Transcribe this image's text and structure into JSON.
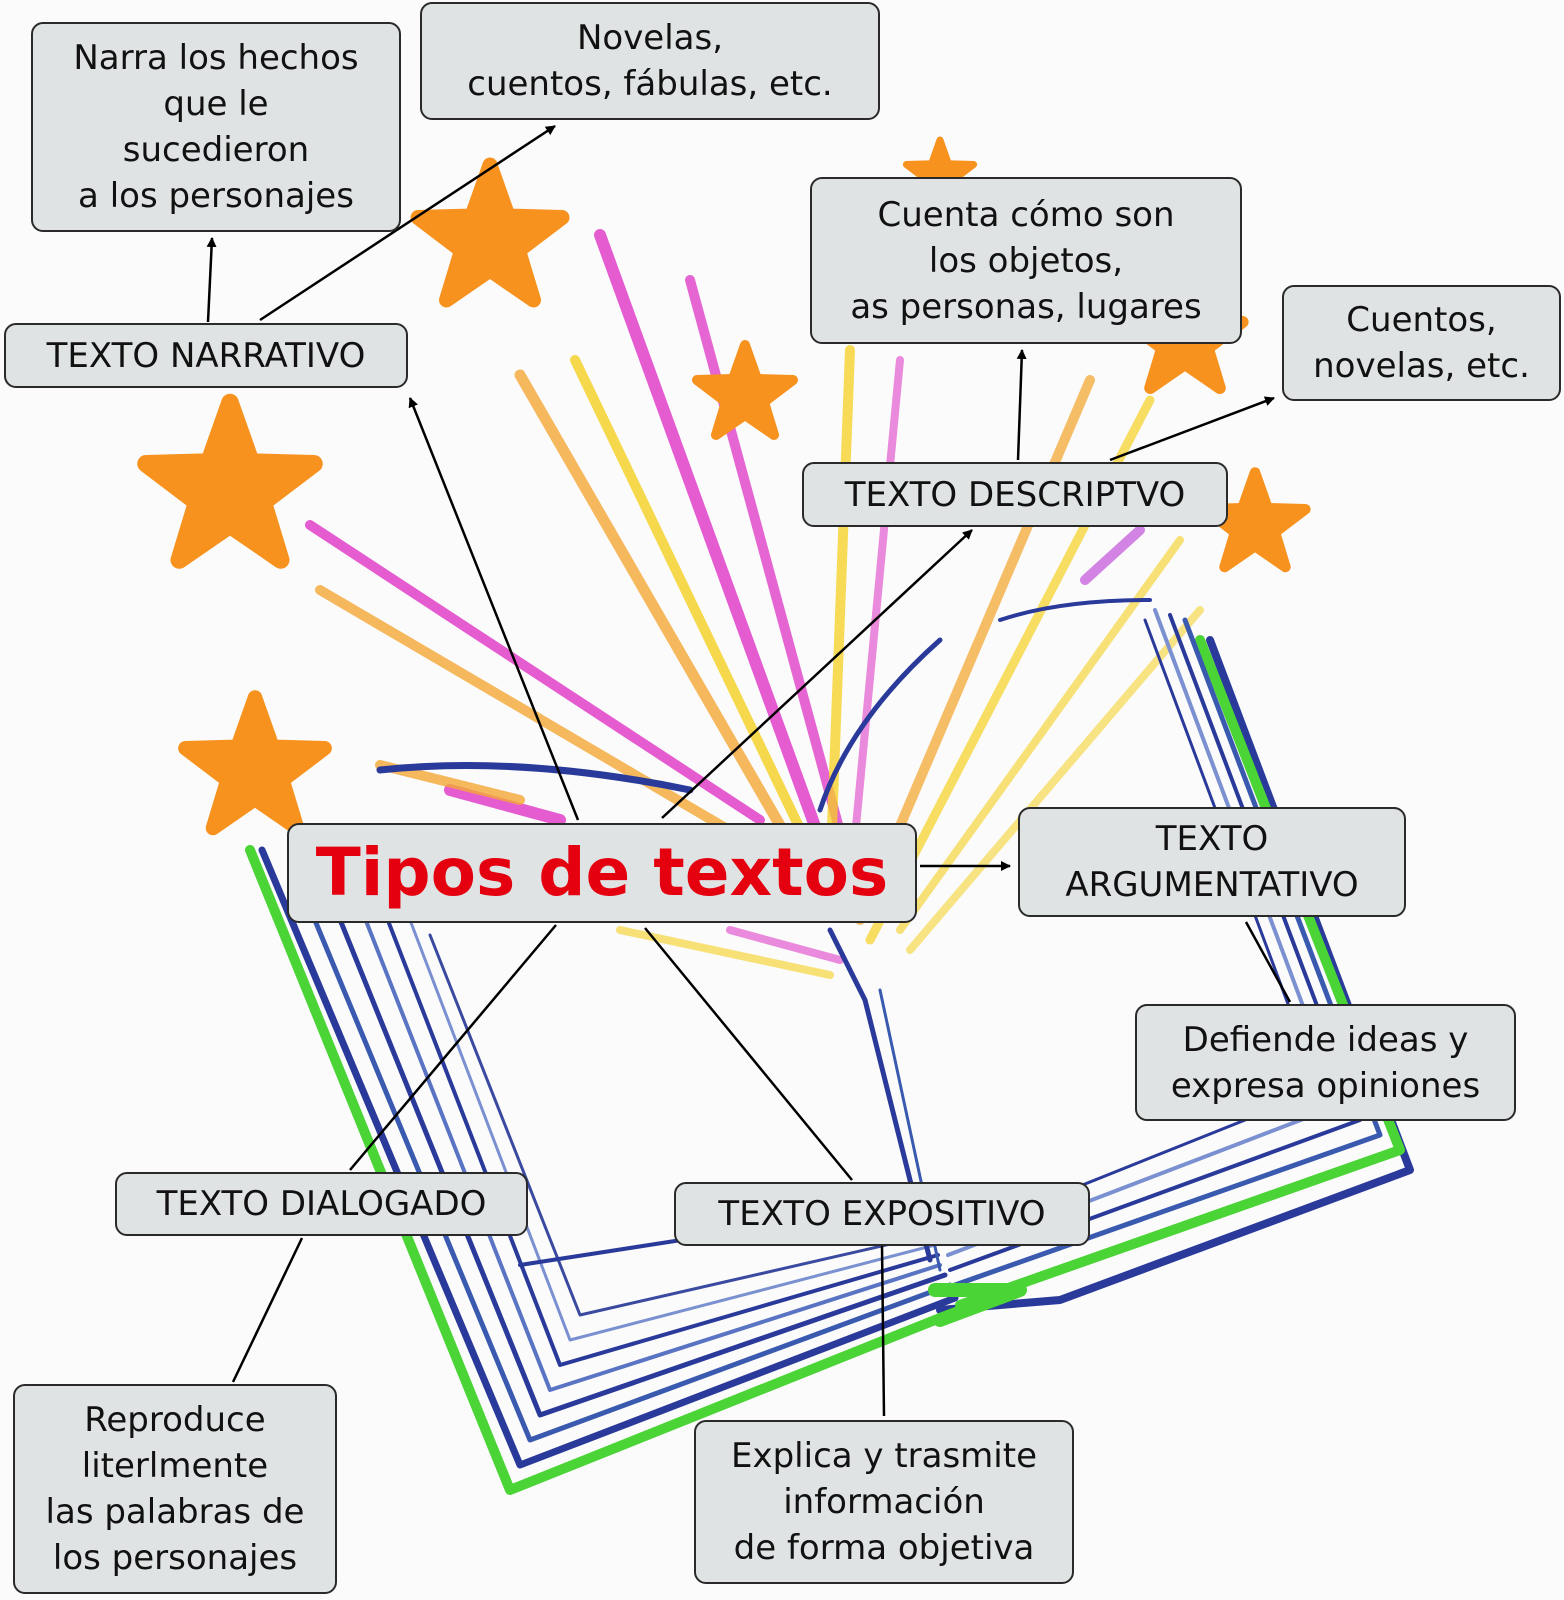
{
  "title": "Tipos de textos",
  "types": {
    "narrativo": "TEXTO NARRATIVO",
    "descriptivo": "TEXTO DESCRIPTVO",
    "argumentativo": "TEXTO\nARGUMENTATIVO",
    "dialogado": "TEXTO DIALOGADO",
    "expositivo": "TEXTO EXPOSITIVO"
  },
  "details": {
    "narrativo_def": "Narra los hechos\nque le\nsucedieron\na los personajes",
    "narrativo_ex": "Novelas,\ncuentos, fábulas, etc.",
    "descriptivo_def": "Cuenta cómo son\nlos objetos,\nas personas, lugares",
    "descriptivo_ex": "Cuentos,\nnovelas, etc.",
    "argumentativo_def": "Defiende ideas y\nexpresa opiniones",
    "dialogado_def": "Reproduce\nliterlmente\nlas palabras de\nlos personajes",
    "expositivo_def": "Explica y trasmite\ninformación\nde forma objetiva"
  },
  "colors": {
    "title": "#e4000f",
    "box_fill": "#dfe3e4",
    "box_border": "#2a2a2a",
    "star": "#f7921e",
    "ray_pink": "#e040c8",
    "ray_yellow": "#f5d020",
    "ray_orange": "#f4a836",
    "book_blue": "#2a3a9a",
    "book_green": "#4bd436"
  }
}
